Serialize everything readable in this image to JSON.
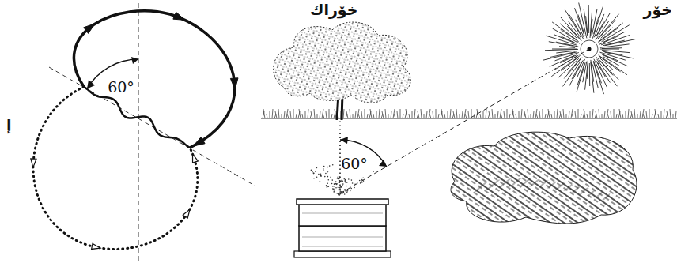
{
  "diagram": {
    "labels": [
      "إ",
      "60°",
      "خۆراك",
      "60°",
      "خۆر"
    ]
  }
}
